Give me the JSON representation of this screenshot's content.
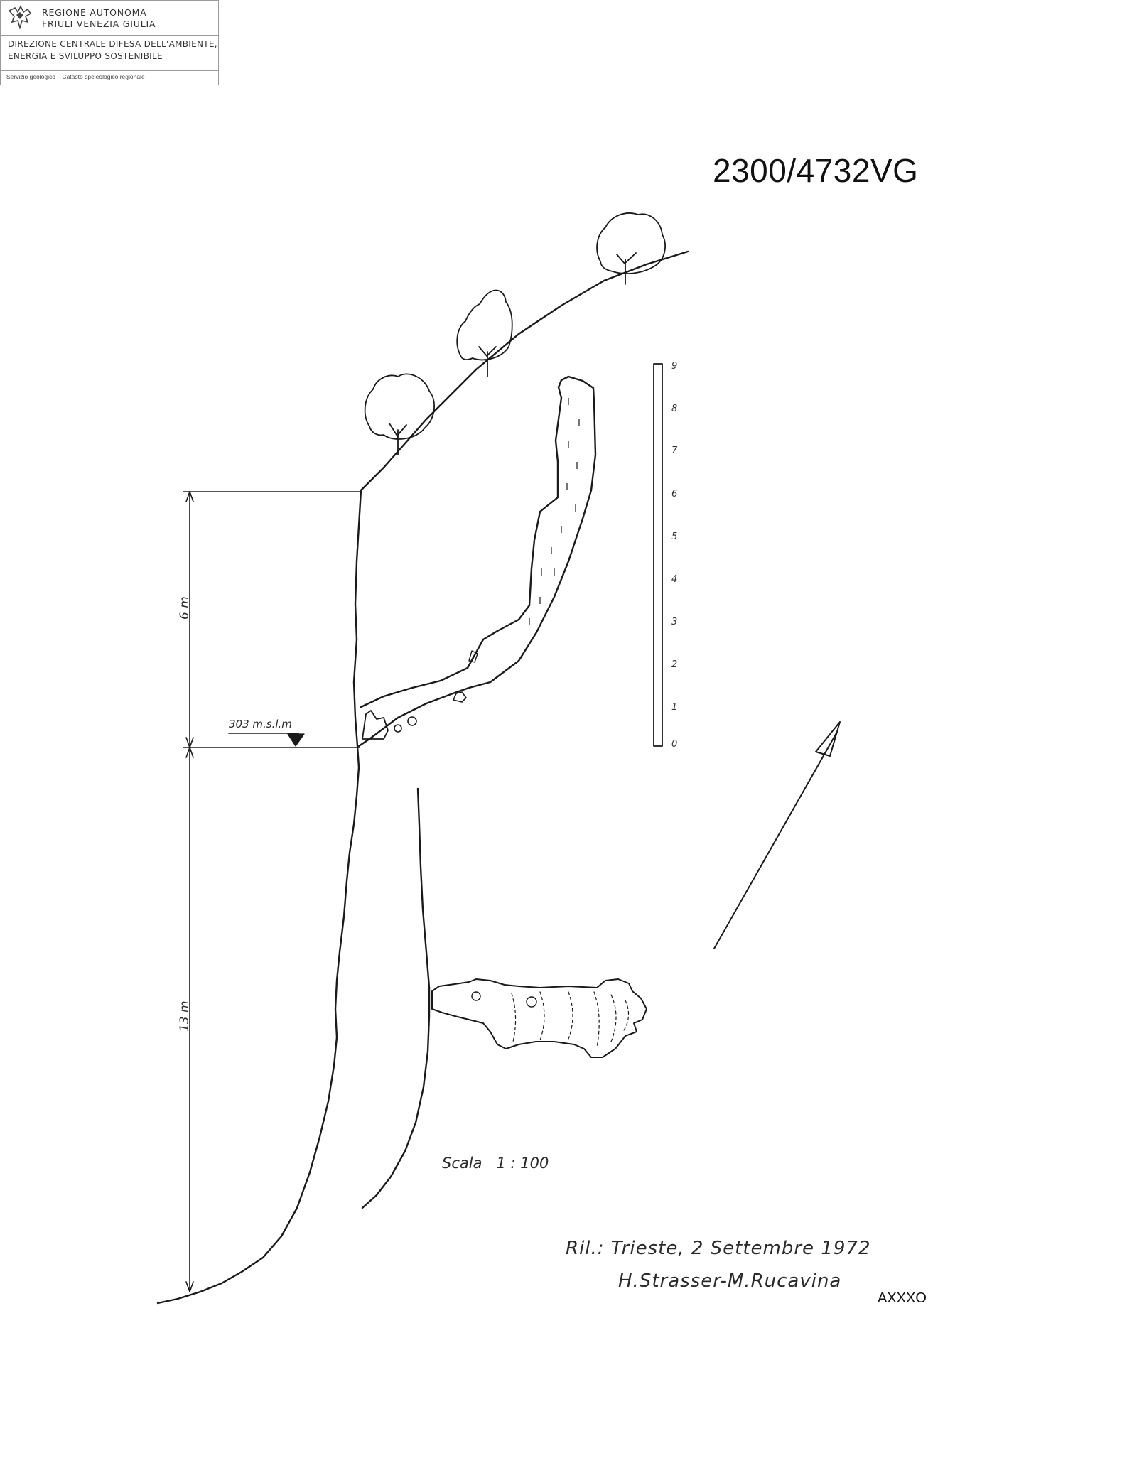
{
  "header": {
    "region_line1": "REGIONE AUTONOMA",
    "region_line2": "FRIULI VENEZIA GIULIA",
    "direction_line1": "DIREZIONE CENTRALE DIFESA DELL'AMBIENTE,",
    "direction_line2": "ENERGIA E SVILUPPO SOSTENIBILE",
    "service": "Servizio geologico – Catasto speleologico regionale",
    "logo_icon": "eagle-crest-icon"
  },
  "cave_code": "2300/4732VG",
  "diagram": {
    "dimension_upper": "6 m",
    "dimension_lower": "13 m",
    "elevation_label": "303 m.s.l.m",
    "scale_bar_ticks": [
      "9",
      "8",
      "7",
      "6",
      "5",
      "4",
      "3",
      "2",
      "1",
      "0"
    ],
    "scale_text": "Scala   1 : 100",
    "survey_line1": "Ril.: Trieste, 2 Settembre 1972",
    "survey_line2": "H.Strasser-M.Rucavina",
    "stamp": "AXXXO",
    "north_arrow_icon": "north-arrow-icon",
    "tree_icon": "tree-icon"
  },
  "colors": {
    "ink": "#1a1a1a",
    "border": "#9a9a9a"
  }
}
